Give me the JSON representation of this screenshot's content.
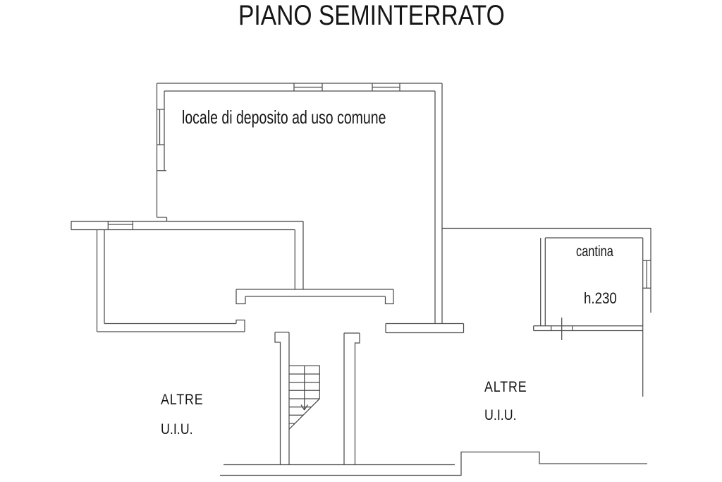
{
  "title": "PIANO SEMINTERRATO",
  "rooms": {
    "deposito": {
      "label": "locale di deposito ad uso comune"
    },
    "cantina": {
      "label": "cantina",
      "height_note": "h.230"
    },
    "altre_left": {
      "line1": "ALTRE",
      "line2": "U.I.U."
    },
    "altre_right": {
      "line1": "ALTRE",
      "line2": "U.I.U."
    }
  },
  "colors": {
    "wall": "#4d4d4d",
    "text": "#161616",
    "background": "#ffffff"
  }
}
